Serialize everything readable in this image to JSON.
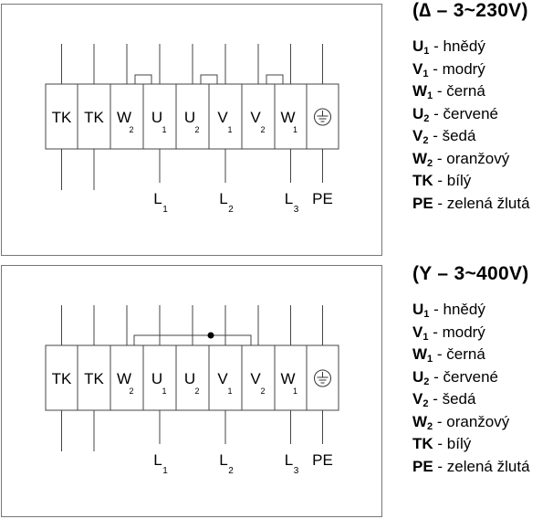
{
  "diagrams": [
    {
      "id": "delta",
      "title": "(∆ – 3~230V)",
      "terminals": [
        {
          "main": "TK",
          "sub": ""
        },
        {
          "main": "TK",
          "sub": ""
        },
        {
          "main": "W",
          "sub": "2"
        },
        {
          "main": "U",
          "sub": "1"
        },
        {
          "main": "U",
          "sub": "2"
        },
        {
          "main": "V",
          "sub": "1"
        },
        {
          "main": "V",
          "sub": "2"
        },
        {
          "main": "W",
          "sub": "1"
        },
        {
          "main": "earth-icon",
          "sub": ""
        }
      ],
      "bottom_labels": [
        {
          "main": "L",
          "sub": "1"
        },
        {
          "main": "L",
          "sub": "2"
        },
        {
          "main": "L",
          "sub": "3"
        },
        {
          "main": "PE",
          "sub": ""
        }
      ],
      "bridge_style": "delta-links"
    },
    {
      "id": "star",
      "title": "(Y – 3~400V)",
      "terminals": [
        {
          "main": "TK",
          "sub": ""
        },
        {
          "main": "TK",
          "sub": ""
        },
        {
          "main": "W",
          "sub": "2"
        },
        {
          "main": "U",
          "sub": "1"
        },
        {
          "main": "U",
          "sub": "2"
        },
        {
          "main": "V",
          "sub": "1"
        },
        {
          "main": "V",
          "sub": "2"
        },
        {
          "main": "W",
          "sub": "1"
        },
        {
          "main": "earth-icon",
          "sub": ""
        }
      ],
      "bottom_labels": [
        {
          "main": "L",
          "sub": "1"
        },
        {
          "main": "L",
          "sub": "2"
        },
        {
          "main": "L",
          "sub": "3"
        },
        {
          "main": "PE",
          "sub": ""
        }
      ],
      "bridge_style": "star-link"
    }
  ],
  "legend": [
    {
      "code": "U",
      "sub": "1",
      "text": " - hnědý"
    },
    {
      "code": "V",
      "sub": "1",
      "text": " - modrý"
    },
    {
      "code": "W",
      "sub": "1",
      "text": " - černá"
    },
    {
      "code": "U",
      "sub": "2",
      "text": " - červené"
    },
    {
      "code": "V",
      "sub": "2",
      "text": " - šedá"
    },
    {
      "code": "W",
      "sub": "2",
      "text": " - oranžový"
    },
    {
      "code": "TK",
      "sub": "",
      "text": " - bílý"
    },
    {
      "code": "PE",
      "sub": "",
      "text": " - zelená žlutá"
    }
  ]
}
